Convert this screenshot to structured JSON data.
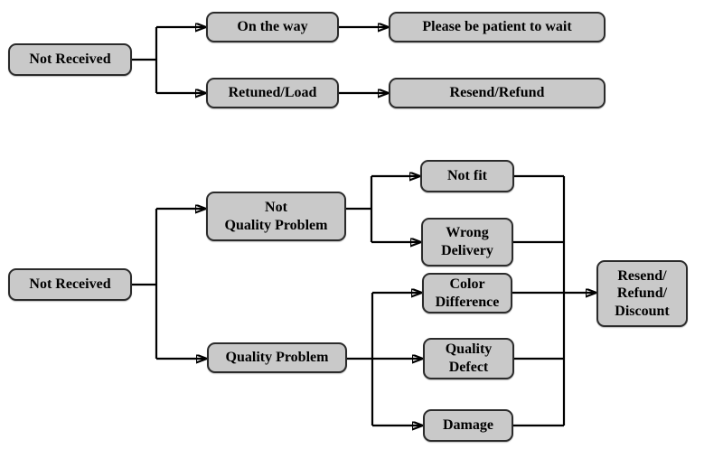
{
  "page": {
    "background_color": "#ffffff"
  },
  "style": {
    "box_fill_color": "#c9c9c9",
    "box_border_color": "#2b2b2b",
    "line_color": "#000000",
    "text_color": "#000000"
  },
  "chart1": {
    "name": "not-received-flow",
    "nodes": {
      "not_received": {
        "label": "Not Received"
      },
      "on_the_way": {
        "label": "On the way"
      },
      "retuned_load": {
        "label": "Retuned/Load"
      },
      "please_wait": {
        "label": "Please be patient to wait"
      },
      "resend_refund": {
        "label": "Resend/Refund"
      }
    }
  },
  "chart2": {
    "name": "received-problem-flow",
    "nodes": {
      "not_received": {
        "label": "Not Received"
      },
      "not_quality_problem": {
        "label": "Not\nQuality Problem"
      },
      "quality_problem": {
        "label": "Quality Problem"
      },
      "not_fit": {
        "label": "Not fit"
      },
      "wrong_delivery": {
        "label": "Wrong\nDelivery"
      },
      "color_difference": {
        "label": "Color\nDifference"
      },
      "quality_defect": {
        "label": "Quality\nDefect"
      },
      "damage": {
        "label": "Damage"
      },
      "resend_refund_discount": {
        "label": "Resend/\nRefund/\nDiscount"
      }
    }
  }
}
